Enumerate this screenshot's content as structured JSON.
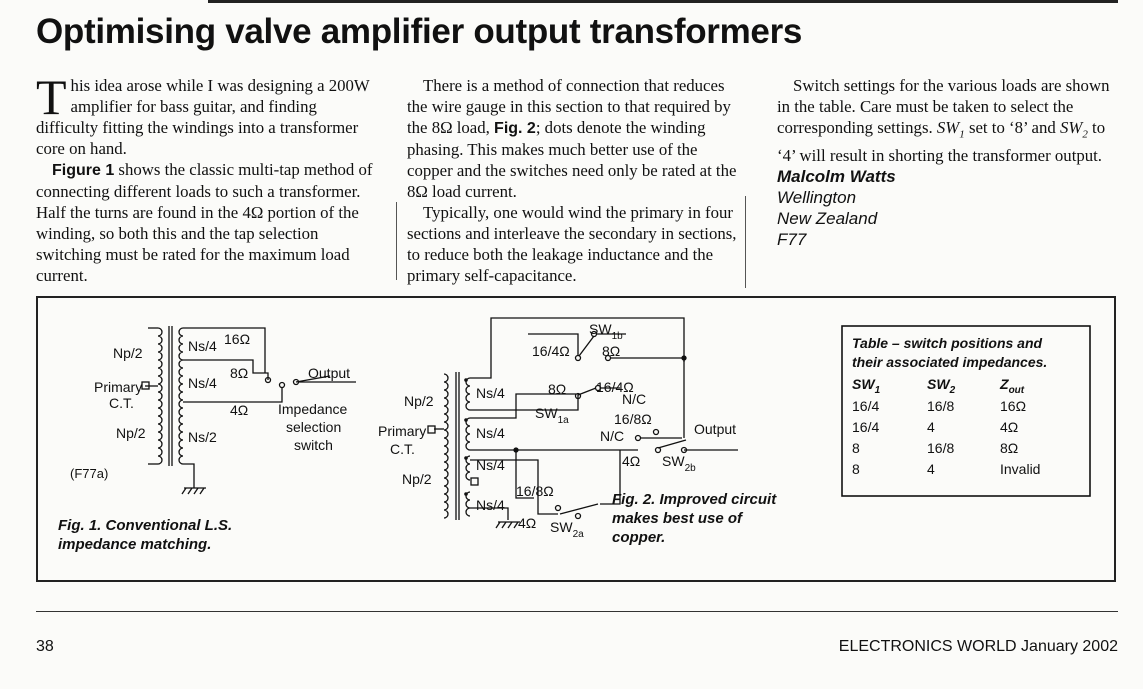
{
  "article": {
    "title": "Optimising valve amplifier output transformers",
    "col1": {
      "dropcap": "T",
      "p1_rest": "his idea arose while I was designing a 200W amplifier for bass guitar, and finding difficulty fitting the windings into a transformer core on hand.",
      "p2_ref": "Figure 1",
      "p2_rest": " shows the classic multi-tap method of connecting different loads to such a transformer. Half the turns are found in the 4Ω portion of the winding, so both this and the tap selection switching must be rated for the maximum load current."
    },
    "col2": {
      "p1_a": "There is a method of connection that reduces the wire gauge in this section to that required by the 8Ω load, ",
      "p1_ref": "Fig. 2",
      "p1_b": "; dots denote the winding phasing. This makes much better use of the copper and the switches need only be rated at the 8Ω load current.",
      "p2": "Typically, one would wind the primary in four sections and interleave the secondary in sections, to reduce both the leakage inductance and the primary self-capacitance."
    },
    "col3": {
      "p1_a": "Switch settings for the various loads are shown in the table. Care must be taken to select the corresponding settings. ",
      "sw1": "SW",
      "sw1_sub": "1",
      "p1_b": " set to ‘8’ and ",
      "sw2": "SW",
      "sw2_sub": "2",
      "p1_c": " to ‘4’ will result in shorting the transformer output."
    },
    "author": {
      "name": "Malcolm Watts",
      "city": "Wellington",
      "country": "New Zealand",
      "ref": "F77"
    }
  },
  "fig1": {
    "np2_top": "Np/2",
    "primary": "Primary",
    "ct": "C.T.",
    "np2_bottom": "Np/2",
    "ns4_a": "Ns/4",
    "ns4_b": "Ns/4",
    "ns2": "Ns/2",
    "r16": "16Ω",
    "r8": "8Ω",
    "r4": "4Ω",
    "output": "Output",
    "sel1": "Impedance",
    "sel2": "selection",
    "sel3": "switch",
    "ref": "(F77a)",
    "cap1": "Fig. 1. Conventional L.S.",
    "cap2": "impedance matching."
  },
  "fig2": {
    "np2_top": "Np/2",
    "primary": "Primary",
    "ct": "C.T.",
    "np2_bottom": "Np/2",
    "ns4_1": "Ns/4",
    "ns4_2": "Ns/4",
    "ns4_3": "Ns/4",
    "ns4_4": "Ns/4",
    "sw1b": "SW",
    "sw1b_sub": "1b",
    "sw1a": "SW",
    "sw1a_sub": "1a",
    "sw2a": "SW",
    "sw2a_sub": "2a",
    "sw2b": "SW",
    "sw2b_sub": "2b",
    "l_16_4": "16/4Ω",
    "l_8_top": "8Ω",
    "l_8_mid": "8Ω",
    "l_16_4_mid": "16/4Ω",
    "l_nc1": "N/C",
    "l_16_8": "16/8Ω",
    "l_nc2": "N/C",
    "l_4": "4Ω",
    "l_16_8_low": "16/8Ω",
    "l_4_low": "4Ω",
    "output": "Output",
    "cap1": "Fig. 2. Improved circuit",
    "cap2": "makes best use of",
    "cap3": "copper."
  },
  "table": {
    "title1": "Table – switch positions and",
    "title2": "their associated impedances.",
    "h_sw": "SW",
    "h_sw1_sub": "1",
    "h_sw2_sub": "2",
    "h_z": "Z",
    "h_z_sub": "out",
    "rows": [
      [
        "16/4",
        "16/8",
        "16Ω"
      ],
      [
        "16/4",
        "4",
        "4Ω"
      ],
      [
        "8",
        "16/8",
        "8Ω"
      ],
      [
        "8",
        "4",
        "Invalid"
      ]
    ]
  },
  "footer": {
    "page": "38",
    "magazine": "ELECTRONICS WORLD January 2002"
  }
}
